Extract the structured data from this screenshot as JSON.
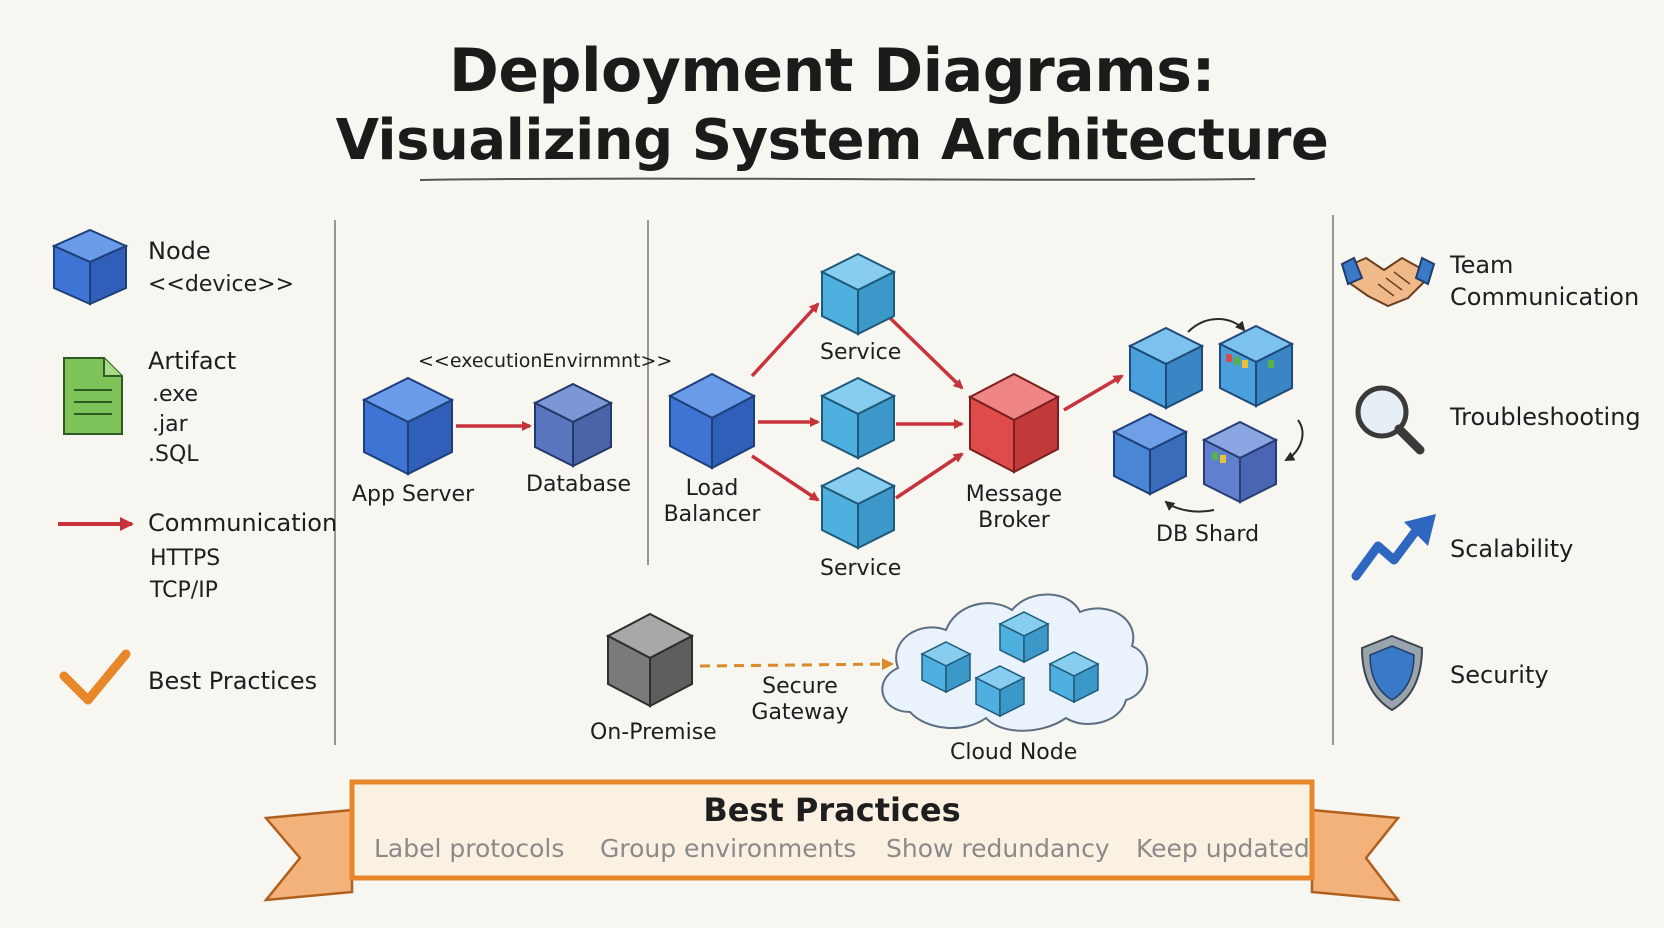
{
  "title": {
    "line1": "Deployment Diagrams:",
    "line2": "Visualizing System Architecture"
  },
  "legend": {
    "node": {
      "title": "Node",
      "stereotype": "<<device>>",
      "icon": "blue-cube-icon"
    },
    "artifact": {
      "title": "Artifact",
      "items": [
        ".exe",
        ".jar",
        ".SQL"
      ],
      "icon": "document-icon"
    },
    "communication": {
      "title": "Communication",
      "items": [
        "HTTPS",
        "TCP/IP"
      ],
      "icon": "red-arrow-icon"
    },
    "best_practices": {
      "title": "Best Practices",
      "icon": "checkmark-icon"
    }
  },
  "diagram": {
    "execution_env": "<<executionEnvirnmnt>>",
    "app_server": "App Server",
    "database": "Database",
    "load_balancer": [
      "Load",
      "Balancer"
    ],
    "service_top": "Service",
    "service_bottom": "Service",
    "message_broker": [
      "Message",
      "Broker"
    ],
    "db_shard": "DB Shard",
    "on_premise": "On-Premise",
    "secure_gateway": [
      "Secure",
      "Gateway"
    ],
    "cloud_node": "Cloud Node"
  },
  "benefits": [
    {
      "label": [
        "Team",
        "Communication"
      ],
      "icon": "handshake-icon"
    },
    {
      "label": [
        "Troubleshooting"
      ],
      "icon": "magnifier-icon"
    },
    {
      "label": [
        "Scalability"
      ],
      "icon": "trend-arrow-icon"
    },
    {
      "label": [
        "Security"
      ],
      "icon": "shield-icon"
    }
  ],
  "banner": {
    "title": "Best Practices",
    "items": [
      "Label protocols",
      "Group environments",
      "Show redundancy",
      "Keep updated"
    ]
  },
  "colors": {
    "node_blue": "#3f74d4",
    "service_cyan": "#4fb0e0",
    "broker_red": "#df4a4a",
    "arrow_red": "#c8323a",
    "artifact_green": "#7dc35a",
    "ribbon_orange": "#e8862a",
    "onprem_gray": "#6e6e6e",
    "check_orange": "#e8862a",
    "shield_blue": "#3a78c8"
  }
}
